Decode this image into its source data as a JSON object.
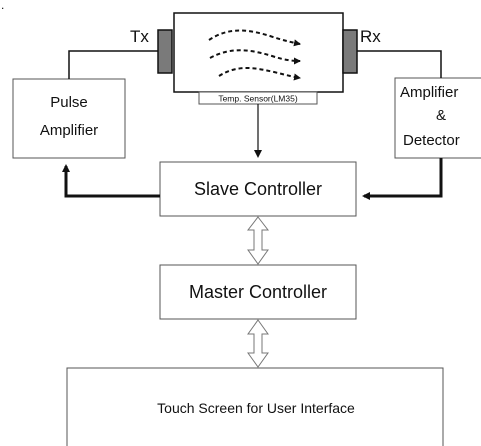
{
  "stray_mark": ".",
  "transmitter": {
    "label": "Tx"
  },
  "receiver": {
    "label": "Rx"
  },
  "temp_sensor": {
    "label": "Temp. Sensor(LM35)"
  },
  "pulse_amplifier": {
    "line1": "Pulse",
    "line2": "Amplifier"
  },
  "amplifier_detector": {
    "line1": "Amplifier",
    "line2": "&",
    "line3": "Detector"
  },
  "slave_controller": {
    "label": "Slave Controller"
  },
  "master_controller": {
    "label": "Master Controller"
  },
  "touch_screen": {
    "label": "Touch Screen for User Interface"
  },
  "colors": {
    "line": "#111111",
    "transducer": "#7a7a7a",
    "box_border": "#555555"
  }
}
